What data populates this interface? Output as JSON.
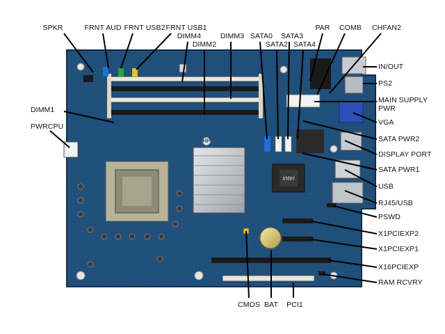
{
  "figure": {
    "labels": {
      "spkr": "SPKR",
      "frnt_aud": "FRNT AUD",
      "frnt_usb2": "FRNT USB2",
      "frnt_usb1": "FRNT USB1",
      "dimm4": "DIMM4",
      "dimm3": "DIMM3",
      "dimm2": "DIMM2",
      "dimm1": "DIMM1",
      "pwrcpu": "PWRCPU",
      "sata0": "SATA0",
      "sata2": "SATA2",
      "sata3": "SATA3",
      "sata4": "SATA4",
      "par": "PAR",
      "comb": "COMB",
      "chfan2": "CHFAN2",
      "in_out": "IN/OUT",
      "ps2": "PS2",
      "main_supply_pwr_1": "MAIN SUPPLY",
      "main_supply_pwr_2": "PWR",
      "vga": "VGA",
      "sata_pwr2": "SATA PWR2",
      "display_port": "DISPLAY PORT",
      "sata_pwr1": "SATA PWR1",
      "usb": "USB",
      "rj45_usb": "RJ45/USB",
      "pswd": "PSWD",
      "x1pciexp2": "X1PCIEXP2",
      "x1pciexp1": "X1PCIEXP1",
      "x16pciexp": "X16PCIEXP",
      "ram_rcvry": "RAM RCVRY",
      "cmos": "CMOS",
      "bat": "BAT",
      "pci1": "PCI1",
      "board_silk_1": "HP",
      "chip_logo": "intel"
    },
    "colors": {
      "board": "#1f4f7a",
      "board_dark": "#163a5c",
      "dimm_slot": "#e8e6df",
      "dimm_black": "#1a1a1a",
      "sata_blue": "#1e6fd6",
      "sata_white": "#f2f2f2",
      "sata_orange": "#f08a1c",
      "vga_blue": "#2b4fb8",
      "heatsink": "#c9ccd1",
      "cpu_socket": "#b9b39a",
      "chip": "#2a2a2a",
      "leader": "#000000"
    }
  }
}
